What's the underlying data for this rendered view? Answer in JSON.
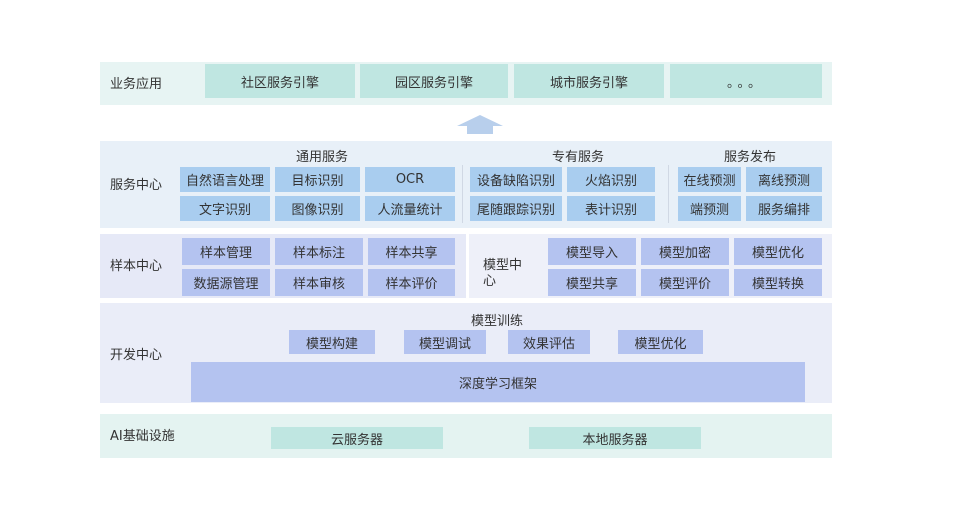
{
  "business": {
    "label": "业务应用",
    "items": [
      "社区服务引擎",
      "园区服务引擎",
      "城市服务引擎",
      "。。。"
    ]
  },
  "service": {
    "label": "服务中心",
    "general": {
      "title": "通用服务",
      "items": [
        "自然语言处理",
        "目标识别",
        "OCR",
        "文字识别",
        "图像识别",
        "人流量统计"
      ]
    },
    "special": {
      "title": "专有服务",
      "items": [
        "设备缺陷识别",
        "火焰识别",
        "尾随跟踪识别",
        "表计识别"
      ]
    },
    "publish": {
      "title": "服务发布",
      "items": [
        "在线预测",
        "离线预测",
        "端预测",
        "服务编排"
      ]
    }
  },
  "sample": {
    "label": "样本中心",
    "items": [
      "样本管理",
      "样本标注",
      "样本共享",
      "数据源管理",
      "样本审核",
      "样本评价"
    ]
  },
  "model": {
    "label": "模型中\n心",
    "items": [
      "模型导入",
      "模型加密",
      "模型优化",
      "模型共享",
      "模型评价",
      "模型转换"
    ]
  },
  "dev": {
    "label": "开发中心",
    "training_title": "模型训练",
    "items": [
      "模型构建",
      "模型调试",
      "效果评估",
      "模型优化"
    ],
    "framework": "深度学习框架"
  },
  "infra": {
    "label": "AI基础设施",
    "items": [
      "云服务器",
      "本地服务器"
    ]
  }
}
